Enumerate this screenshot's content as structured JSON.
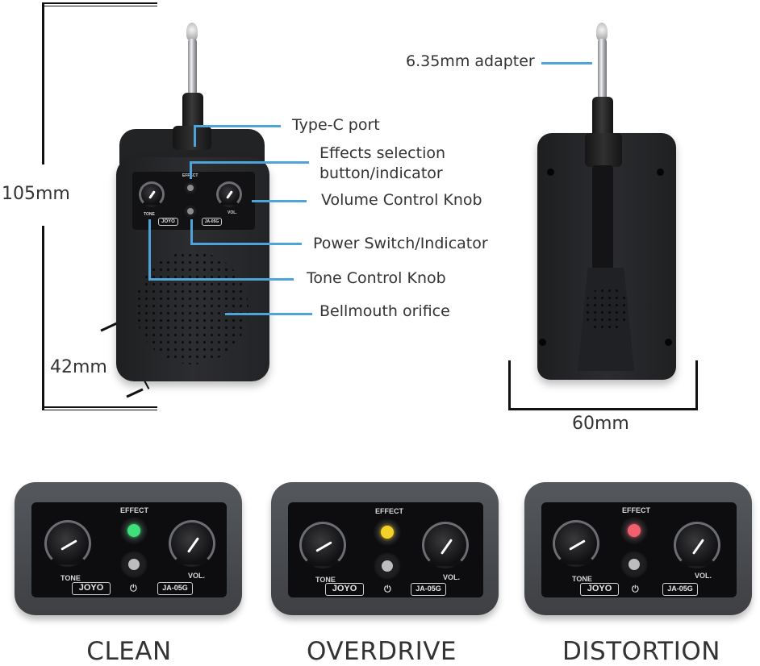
{
  "dimensions": {
    "height": "105mm",
    "depth": "42mm",
    "width": "60mm"
  },
  "callouts": {
    "adapter": "6.35mm adapter",
    "type_c": "Type-C port",
    "effects_line1": "Effects selection",
    "effects_line2": "button/indicator",
    "volume": "Volume Control Knob",
    "power": "Power Switch/Indicator",
    "tone": "Tone Control Knob",
    "bellmouth": "Bellmouth orifice"
  },
  "panel": {
    "effect": "EFFECT",
    "tone": "TONE",
    "vol": "VOL.",
    "brand": "JOYO",
    "model": "JA-05G"
  },
  "modes": [
    {
      "name": "CLEAN",
      "led_color": "#3fe07a"
    },
    {
      "name": "OVERDRIVE",
      "led_color": "#f4d22a"
    },
    {
      "name": "DISTORTION",
      "led_color": "#f0606e"
    }
  ],
  "colors": {
    "callout_line": "#4ea3d8",
    "body": "#26272a"
  }
}
